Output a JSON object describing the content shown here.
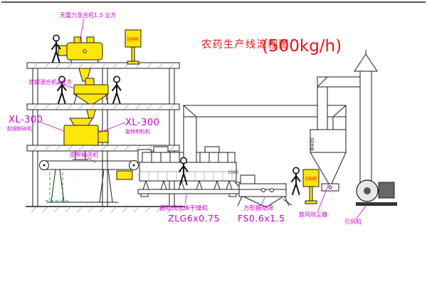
{
  "title": {
    "text": "农药生产线流程图",
    "capacity": "(500kg/h)"
  },
  "labels": {
    "gravity_mixer": "无重力混合机1.5 立方",
    "double_screw_mixer": "双螺混合机3立方",
    "mill_model": "XL-300",
    "mill_name": "超细粉碎机",
    "granulator_model": "XL-300",
    "granulator_name": "旋转制粒机",
    "belt_conveyor": "皮带输送机",
    "dryer_name": "振动流化床干燥机",
    "dryer_model": "ZLG6x0.75",
    "screen_name": "方形振动筛",
    "screen_model": "FS0.6x1.5",
    "cyclone_name": "旋风除尘器",
    "fan_name": "引风机"
  },
  "annotations": {
    "pipe_diameter": "Φ400",
    "screen_dimension": "1500",
    "control_cabinet": "控制柜"
  },
  "colors": {
    "equipment_fill": "#ffe60a",
    "label_text": "#cc00cc",
    "title_text": "#ee1111",
    "cabinet_text": "#ee1111",
    "line": "#1c1c1c",
    "dashed_accent": "#00a020"
  }
}
